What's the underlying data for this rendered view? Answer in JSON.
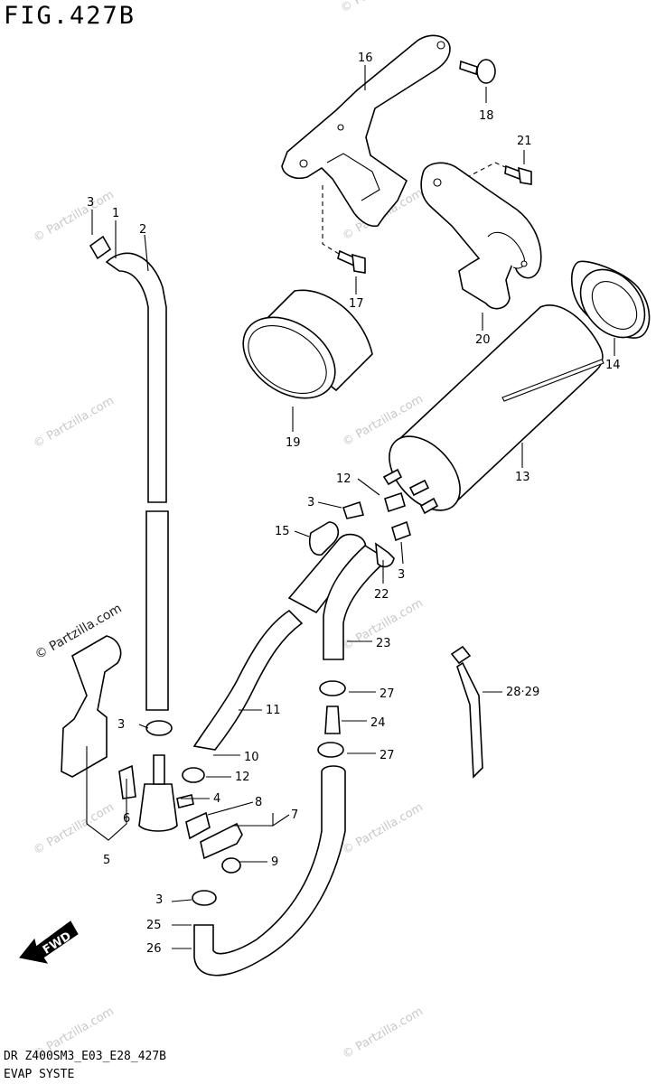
{
  "figure": {
    "title": "FIG.427B",
    "footer_line1": "DR Z400SM3_E03_E28_427B",
    "footer_line2": "EVAP SYSTE"
  },
  "direction_badge": {
    "label": "FWD"
  },
  "watermarks": {
    "text": "© Partzilla.com",
    "dark_text": "© Partzilla.com"
  },
  "callouts": [
    {
      "id": "c1",
      "label": "1"
    },
    {
      "id": "c2",
      "label": "2"
    },
    {
      "id": "c3a",
      "label": "3"
    },
    {
      "id": "c3b",
      "label": "3"
    },
    {
      "id": "c3c",
      "label": "3"
    },
    {
      "id": "c3d",
      "label": "3"
    },
    {
      "id": "c3e",
      "label": "3"
    },
    {
      "id": "c4",
      "label": "4"
    },
    {
      "id": "c5",
      "label": "5"
    },
    {
      "id": "c6",
      "label": "6"
    },
    {
      "id": "c7",
      "label": "7"
    },
    {
      "id": "c8",
      "label": "8"
    },
    {
      "id": "c9",
      "label": "9"
    },
    {
      "id": "c10",
      "label": "10"
    },
    {
      "id": "c11",
      "label": "11"
    },
    {
      "id": "c12a",
      "label": "12"
    },
    {
      "id": "c12b",
      "label": "12"
    },
    {
      "id": "c13",
      "label": "13"
    },
    {
      "id": "c14",
      "label": "14"
    },
    {
      "id": "c15",
      "label": "15"
    },
    {
      "id": "c16",
      "label": "16"
    },
    {
      "id": "c17",
      "label": "17"
    },
    {
      "id": "c18",
      "label": "18"
    },
    {
      "id": "c19",
      "label": "19"
    },
    {
      "id": "c20",
      "label": "20"
    },
    {
      "id": "c21",
      "label": "21"
    },
    {
      "id": "c22",
      "label": "22"
    },
    {
      "id": "c23",
      "label": "23"
    },
    {
      "id": "c24",
      "label": "24"
    },
    {
      "id": "c25",
      "label": "25"
    },
    {
      "id": "c26",
      "label": "26"
    },
    {
      "id": "c27a",
      "label": "27"
    },
    {
      "id": "c27b",
      "label": "27"
    },
    {
      "id": "c2829",
      "label": "28·29"
    }
  ]
}
